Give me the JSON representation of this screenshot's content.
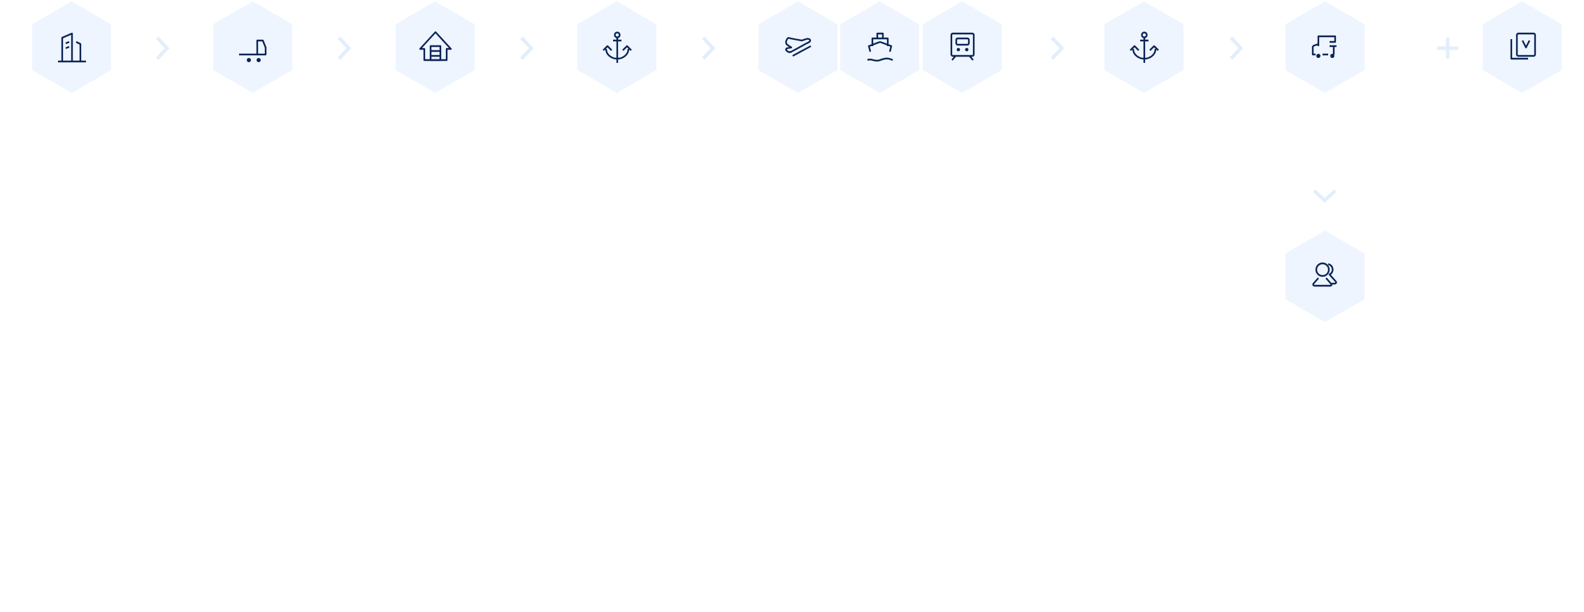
{
  "diagram": {
    "type": "logistics-flow",
    "colors": {
      "hexagon_fill": "#eef5fe",
      "icon": "#0b2457",
      "connector": "#e3eefc"
    },
    "steps": [
      {
        "icon": "office-building-icon"
      },
      {
        "icon": "forklift-icon"
      },
      {
        "icon": "warehouse-icon"
      },
      {
        "icon": "anchor-icon"
      },
      {
        "icon": "airplane-icon"
      },
      {
        "icon": "ship-icon"
      },
      {
        "icon": "train-icon"
      },
      {
        "icon": "anchor-icon"
      },
      {
        "icon": "delivery-truck-icon"
      },
      {
        "icon": "verified-documents-icon"
      },
      {
        "icon": "customers-icon"
      }
    ],
    "connectors": [
      "chevron-right",
      "chevron-right",
      "chevron-right",
      "chevron-right",
      "chevron-right",
      "chevron-right",
      "plus",
      "chevron-down"
    ]
  }
}
